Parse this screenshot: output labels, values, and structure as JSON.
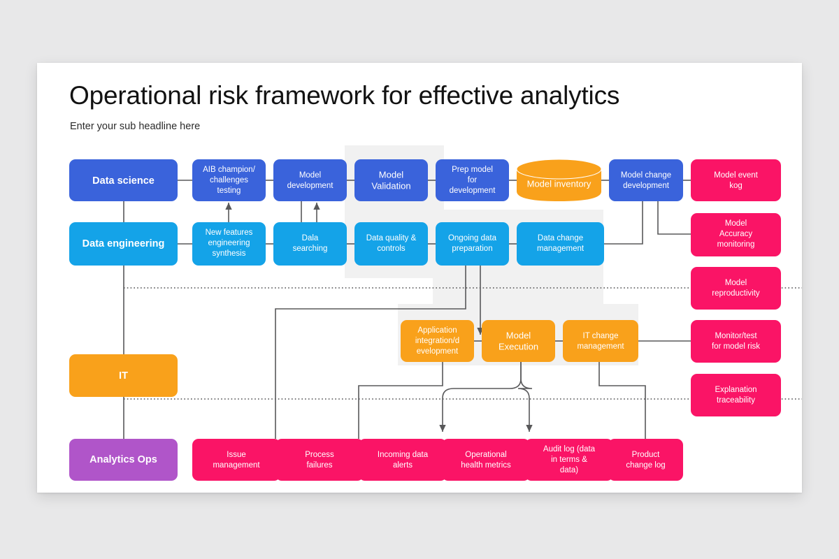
{
  "slide": {
    "title": "Operational risk framework for effective analytics",
    "subtitle": "Enter your sub headline here"
  },
  "colors": {
    "royal_blue": "#3a63db",
    "cyan_blue": "#14a3e8",
    "orange": "#f9a11b",
    "pink": "#fa1466",
    "purple": "#b055c9",
    "band_gray": "#f1f1f1",
    "connector": "#58585a",
    "canvas": "#ffffff",
    "page_background": "#e8e8e9"
  },
  "lanes": [
    {
      "id": "lane-data-science",
      "label": "Data science",
      "color": "#3a63db"
    },
    {
      "id": "lane-data-engineering",
      "label": "Data engineering",
      "color": "#14a3e8"
    },
    {
      "id": "lane-it",
      "label": "IT",
      "color": "#f9a11b"
    },
    {
      "id": "lane-analytics-ops",
      "label": "Analytics Ops",
      "color": "#b055c9"
    }
  ],
  "rows": {
    "data_science": {
      "lane": "Data science",
      "nodes": [
        {
          "id": "aib-champion-challenges-testing",
          "label": "AIB champion/\nchallenges\ntesting",
          "color": "#3a63db",
          "shape": "rounded-rect"
        },
        {
          "id": "model-development",
          "label": "Model\ndevelopment",
          "color": "#3a63db",
          "shape": "rounded-rect"
        },
        {
          "id": "model-validation",
          "label": "Model\nValidation",
          "color": "#3a63db",
          "shape": "rounded-rect"
        },
        {
          "id": "prep-model-for-development",
          "label": "Prep model\nfor\ndevelopment",
          "color": "#3a63db",
          "shape": "rounded-rect"
        },
        {
          "id": "model-inventory",
          "label": "Model inventory",
          "color": "#f9a11b",
          "shape": "cylinder"
        },
        {
          "id": "model-change-development",
          "label": "Model change\ndevelopment",
          "color": "#3a63db",
          "shape": "rounded-rect"
        }
      ]
    },
    "data_engineering": {
      "lane": "Data engineering",
      "nodes": [
        {
          "id": "new-features-engineering-synthesis",
          "label": "New features\nengineering\nsynthesis",
          "color": "#14a3e8",
          "shape": "rounded-rect"
        },
        {
          "id": "dala-searching",
          "label": "Dala\nsearching",
          "color": "#14a3e8",
          "shape": "rounded-rect"
        },
        {
          "id": "data-quality-controls",
          "label": "Data quality &\ncontrols",
          "color": "#14a3e8",
          "shape": "rounded-rect"
        },
        {
          "id": "ongoing-data-preparation",
          "label": "Ongoing data\npreparation",
          "color": "#14a3e8",
          "shape": "rounded-rect"
        },
        {
          "id": "data-change-management",
          "label": "Data change\nmanagement",
          "color": "#14a3e8",
          "shape": "rounded-rect"
        }
      ]
    },
    "it": {
      "lane": "IT",
      "nodes": [
        {
          "id": "application-integration-development",
          "label": "Application\nintegration/d\nevelopment",
          "color": "#f9a11b",
          "shape": "rounded-rect"
        },
        {
          "id": "model-execution",
          "label": "Model\nExecution",
          "color": "#f9a11b",
          "shape": "rounded-rect"
        },
        {
          "id": "it-change-management",
          "label": "IT change\nmanagement",
          "color": "#f9a11b",
          "shape": "rounded-rect"
        }
      ]
    },
    "analytics_ops": {
      "lane": "Analytics Ops",
      "nodes": [
        {
          "id": "issue-management",
          "label": "Issue\nmanagement",
          "color": "#fa1466",
          "shape": "rounded-rect"
        },
        {
          "id": "process-failures",
          "label": "Process\nfailures",
          "color": "#fa1466",
          "shape": "rounded-rect"
        },
        {
          "id": "incoming-data-alerts",
          "label": "Incoming data\nalerts",
          "color": "#fa1466",
          "shape": "rounded-rect"
        },
        {
          "id": "operational-health-metrics",
          "label": "Operational\nhealth metrics",
          "color": "#fa1466",
          "shape": "rounded-rect"
        },
        {
          "id": "audit-log",
          "label": "Audit log (data\nin terms &\ndata)",
          "color": "#fa1466",
          "shape": "rounded-rect"
        },
        {
          "id": "product-change-log",
          "label": "Product\nchange log",
          "color": "#fa1466",
          "shape": "rounded-rect"
        }
      ]
    },
    "outputs": {
      "lane": "Outputs",
      "nodes": [
        {
          "id": "model-event-kog",
          "label": "Model event\nkog",
          "color": "#fa1466",
          "shape": "rounded-rect"
        },
        {
          "id": "model-accuracy-monitoring",
          "label": "Model\nAccuracy\nmonitoring",
          "color": "#fa1466",
          "shape": "rounded-rect"
        },
        {
          "id": "model-reproductivity",
          "label": "Model\nreproductivity",
          "color": "#fa1466",
          "shape": "rounded-rect"
        },
        {
          "id": "monitor-test-for-model-risk",
          "label": "Monitor/test\nfor model risk",
          "color": "#fa1466",
          "shape": "rounded-rect"
        },
        {
          "id": "explanation-traceability",
          "label": "Explanation\ntraceability",
          "color": "#fa1466",
          "shape": "rounded-rect"
        }
      ]
    }
  },
  "node_text": {
    "data_science": "Data science",
    "data_engineering": "Data engineering",
    "it": "IT",
    "analytics_ops": "Analytics Ops",
    "aib_l1": "AIB champion/",
    "aib_l2": "challenges",
    "aib_l3": "testing",
    "moddev_l1": "Model",
    "moddev_l2": "development",
    "modval_l1": "Model",
    "modval_l2": "Validation",
    "prep_l1": "Prep model",
    "prep_l2": "for",
    "prep_l3": "development",
    "modinv": "Model inventory",
    "modchg_l1": "Model change",
    "modchg_l2": "development",
    "newfeat_l1": "New features",
    "newfeat_l2": "engineering",
    "newfeat_l3": "synthesis",
    "dala_l1": "Dala",
    "dala_l2": "searching",
    "dq_l1": "Data quality &",
    "dq_l2": "controls",
    "ongoing_l1": "Ongoing data",
    "ongoing_l2": "preparation",
    "datachg_l1": "Data change",
    "datachg_l2": "management",
    "appint_l1": "Application",
    "appint_l2": "integration/d",
    "appint_l3": "evelopment",
    "modexec_l1": "Model",
    "modexec_l2": "Execution",
    "itchg_l1": "IT change",
    "itchg_l2": "management",
    "issue_l1": "Issue",
    "issue_l2": "management",
    "procfail_l1": "Process",
    "procfail_l2": "failures",
    "incoming_l1": "Incoming data",
    "incoming_l2": "alerts",
    "ophealth_l1": "Operational",
    "ophealth_l2": "health metrics",
    "audit_l1": "Audit log (data",
    "audit_l2": "in terms &",
    "audit_l3": "data)",
    "prodchg_l1": "Product",
    "prodchg_l2": "change log",
    "eventkog_l1": "Model event",
    "eventkog_l2": "kog",
    "accmon_l1": "Model",
    "accmon_l2": "Accuracy",
    "accmon_l3": "monitoring",
    "repro_l1": "Model",
    "repro_l2": "reproductivity",
    "monitortest_l1": "Monitor/test",
    "monitortest_l2": "for model risk",
    "explain_l1": "Explanation",
    "explain_l2": "traceability"
  }
}
